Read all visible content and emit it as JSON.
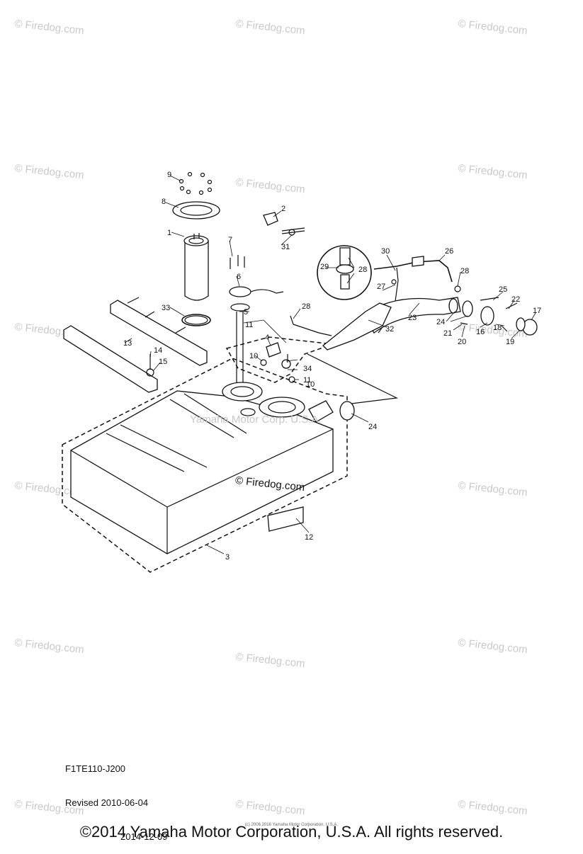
{
  "watermark": {
    "text": "© Firedog.com",
    "center_text": "Yamaha Motor Corp. U.S.A.",
    "foreground_text": "© Firedog.com"
  },
  "callouts": [
    "9",
    "8",
    "1",
    "2",
    "31",
    "7",
    "6",
    "5",
    "33",
    "13",
    "14",
    "15",
    "28",
    "4",
    "11",
    "10",
    "34",
    "11",
    "10",
    "30",
    "29",
    "28",
    "26",
    "28",
    "27",
    "32",
    "23",
    "25",
    "22",
    "17",
    "24",
    "21",
    "16",
    "18",
    "20",
    "19",
    "24",
    "12",
    "3"
  ],
  "revision": {
    "code": "F1TE110-J200",
    "line1": "Revised 2010-06-04",
    "line2": "2014-12-09"
  },
  "footer": {
    "copyright": "©2014 Yamaha Motor Corporation, U.S.A. All rights reserved.",
    "fine_print": "(c) 2006 2016 Yamaha Motor Corporation, U.S.A."
  }
}
